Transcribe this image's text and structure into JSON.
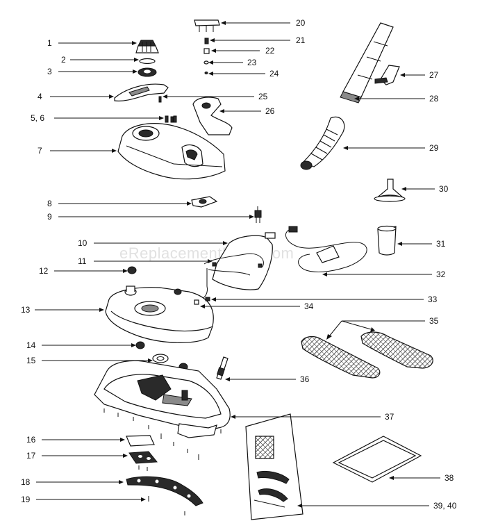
{
  "watermark": "eReplacementParts.com",
  "callouts": [
    {
      "id": "c1",
      "text": "1"
    },
    {
      "id": "c2",
      "text": "2"
    },
    {
      "id": "c3",
      "text": "3"
    },
    {
      "id": "c4",
      "text": "4"
    },
    {
      "id": "c56",
      "text": "5, 6"
    },
    {
      "id": "c7",
      "text": "7"
    },
    {
      "id": "c8",
      "text": "8"
    },
    {
      "id": "c9",
      "text": "9"
    },
    {
      "id": "c10",
      "text": "10"
    },
    {
      "id": "c11",
      "text": "11"
    },
    {
      "id": "c12",
      "text": "12"
    },
    {
      "id": "c13",
      "text": "13"
    },
    {
      "id": "c14",
      "text": "14"
    },
    {
      "id": "c15",
      "text": "15"
    },
    {
      "id": "c16",
      "text": "16"
    },
    {
      "id": "c17",
      "text": "17"
    },
    {
      "id": "c18",
      "text": "18"
    },
    {
      "id": "c19",
      "text": "19"
    },
    {
      "id": "c20",
      "text": "20"
    },
    {
      "id": "c21",
      "text": "21"
    },
    {
      "id": "c22",
      "text": "22"
    },
    {
      "id": "c23",
      "text": "23"
    },
    {
      "id": "c24",
      "text": "24"
    },
    {
      "id": "c25",
      "text": "25"
    },
    {
      "id": "c26",
      "text": "26"
    },
    {
      "id": "c27",
      "text": "27"
    },
    {
      "id": "c28",
      "text": "28"
    },
    {
      "id": "c29",
      "text": "29"
    },
    {
      "id": "c30",
      "text": "30"
    },
    {
      "id": "c31",
      "text": "31"
    },
    {
      "id": "c32",
      "text": "32"
    },
    {
      "id": "c33",
      "text": "33"
    },
    {
      "id": "c34",
      "text": "34"
    },
    {
      "id": "c35",
      "text": "35"
    },
    {
      "id": "c36",
      "text": "36"
    },
    {
      "id": "c37",
      "text": "37"
    },
    {
      "id": "c38",
      "text": "38"
    },
    {
      "id": "c3940",
      "text": "39, 40"
    }
  ]
}
